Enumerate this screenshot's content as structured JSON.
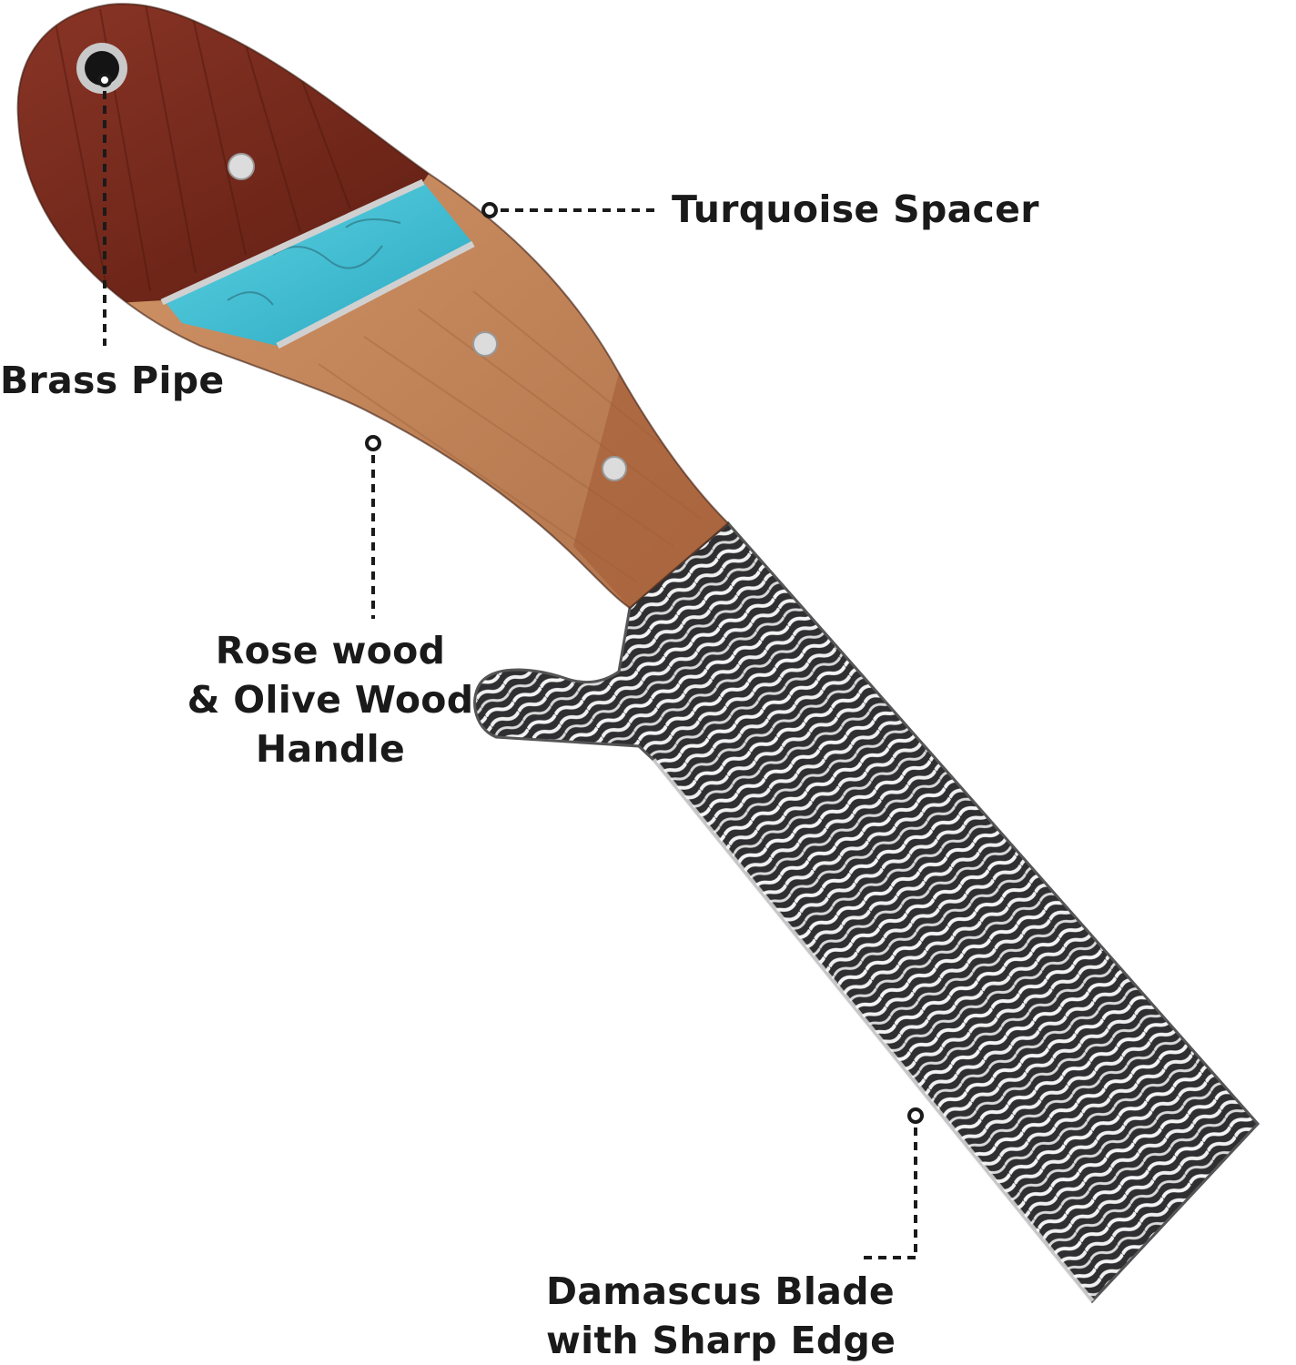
{
  "labels": {
    "turquoise_spacer": "Turquoise Spacer",
    "brass_pipe": "Brass Pipe",
    "handle_line1": "Rose wood",
    "handle_line2": "& Olive Wood",
    "handle_line3": "Handle",
    "blade_line1": "Damascus Blade",
    "blade_line2": "with Sharp Edge"
  },
  "colors": {
    "rosewood": "#7a2e22",
    "olivewood": "#c98a5e",
    "turquoise": "#3cc0d6",
    "steel_dark": "#2e2e30",
    "steel_light": "#e6e6e6",
    "callout": "#1a1a1a"
  }
}
